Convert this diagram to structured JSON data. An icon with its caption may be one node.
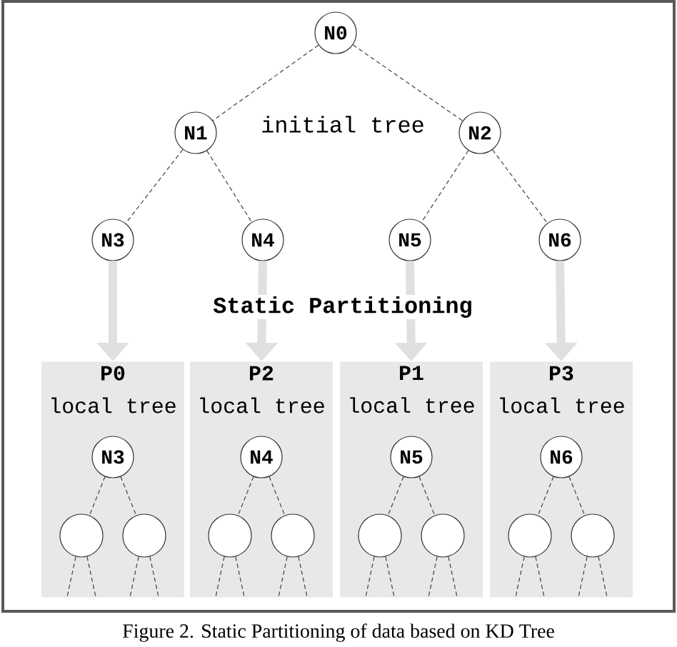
{
  "diagram": {
    "caption": "Figure 2. Static Partitioning of data based on KD Tree",
    "nodes": [
      {
        "text": [
          "N0"
        ]
      },
      {
        "text": [
          "N1"
        ]
      },
      {
        "text": [
          "N2"
        ]
      },
      {
        "text": [
          "N3"
        ]
      },
      {
        "text": [
          "N4"
        ]
      },
      {
        "text": [
          "N5"
        ]
      },
      {
        "text": [
          "N6"
        ]
      },
      {
        "text": [
          "P0",
          "local tree"
        ]
      },
      {
        "text": [
          "N3"
        ],
        "in": 7
      },
      {
        "text": [],
        "shape": "circle",
        "in": 7
      },
      {
        "text": [],
        "shape": "circle",
        "in": 7
      },
      {
        "text": [
          "P2",
          "local tree"
        ]
      },
      {
        "text": [
          "N4"
        ],
        "in": 11
      },
      {
        "text": [],
        "shape": "circle",
        "in": 11
      },
      {
        "text": [],
        "shape": "circle",
        "in": 11
      },
      {
        "text": [
          "P1",
          "local tree"
        ]
      },
      {
        "text": [
          "N5"
        ],
        "in": 15
      },
      {
        "text": [],
        "shape": "circle",
        "in": 15
      },
      {
        "text": [],
        "shape": "circle",
        "in": 15
      },
      {
        "text": [
          "P3",
          "local tree"
        ]
      },
      {
        "text": [
          "N6"
        ],
        "in": 19
      },
      {
        "text": [],
        "shape": "circle",
        "in": 19
      },
      {
        "text": [],
        "shape": "circle",
        "in": 19
      }
    ],
    "edges": [
      {
        "from": 0,
        "to": 1,
        "arrow": "none",
        "style": "dashed"
      },
      {
        "from": 0,
        "to": 2,
        "arrow": "none",
        "style": "dashed"
      },
      {
        "from": 1,
        "to": 3,
        "arrow": "none",
        "style": "dashed"
      },
      {
        "from": 1,
        "to": 4,
        "arrow": "none",
        "style": "dashed"
      },
      {
        "from": 2,
        "to": 5,
        "arrow": "none",
        "style": "dashed"
      },
      {
        "from": 2,
        "to": 6,
        "arrow": "none",
        "style": "dashed"
      },
      {
        "from": 3,
        "to": 7,
        "arrow": "to",
        "style": "thick",
        "color": "#e0e0e0"
      },
      {
        "from": 4,
        "to": 11,
        "arrow": "to",
        "style": "thick",
        "color": "#e0e0e0"
      },
      {
        "from": 5,
        "to": 15,
        "arrow": "to",
        "style": "thick",
        "color": "#e0e0e0"
      },
      {
        "from": 6,
        "to": 19,
        "arrow": "to",
        "style": "thick",
        "color": "#e0e0e0"
      },
      {
        "from": 8,
        "to": 9,
        "arrow": "none",
        "style": "dashed"
      },
      {
        "from": 8,
        "to": 10,
        "arrow": "none",
        "style": "dashed"
      },
      {
        "from": 12,
        "to": 13,
        "arrow": "none",
        "style": "dashed"
      },
      {
        "from": 12,
        "to": 14,
        "arrow": "none",
        "style": "dashed"
      },
      {
        "from": 16,
        "to": 17,
        "arrow": "none",
        "style": "dashed"
      },
      {
        "from": 16,
        "to": 18,
        "arrow": "none",
        "style": "dashed"
      },
      {
        "from": 20,
        "to": 21,
        "arrow": "none",
        "style": "dashed"
      },
      {
        "from": 20,
        "to": 22,
        "arrow": "none",
        "style": "dashed"
      },
      {
        "from": 9,
        "to": null,
        "arrow": "none",
        "style": "dashed"
      },
      {
        "from": 9,
        "to": null,
        "arrow": "none",
        "style": "dashed"
      },
      {
        "from": 10,
        "to": null,
        "arrow": "none",
        "style": "dashed"
      },
      {
        "from": 10,
        "to": null,
        "arrow": "none",
        "style": "dashed"
      },
      {
        "from": 13,
        "to": null,
        "arrow": "none",
        "style": "dashed"
      },
      {
        "from": 13,
        "to": null,
        "arrow": "none",
        "style": "dashed"
      },
      {
        "from": 14,
        "to": null,
        "arrow": "none",
        "style": "dashed"
      },
      {
        "from": 14,
        "to": null,
        "arrow": "none",
        "style": "dashed"
      },
      {
        "from": 17,
        "to": null,
        "arrow": "none",
        "style": "dashed"
      },
      {
        "from": 17,
        "to": null,
        "arrow": "none",
        "style": "dashed"
      },
      {
        "from": 18,
        "to": null,
        "arrow": "none",
        "style": "dashed"
      },
      {
        "from": 18,
        "to": null,
        "arrow": "none",
        "style": "dashed"
      },
      {
        "from": 21,
        "to": null,
        "arrow": "none",
        "style": "dashed"
      },
      {
        "from": 21,
        "to": null,
        "arrow": "none",
        "style": "dashed"
      },
      {
        "from": 22,
        "to": null,
        "arrow": "none",
        "style": "dashed"
      },
      {
        "from": 22,
        "to": null,
        "arrow": "none",
        "style": "dashed"
      }
    ],
    "labels": [
      "initial tree",
      "Static Partitioning"
    ]
  }
}
